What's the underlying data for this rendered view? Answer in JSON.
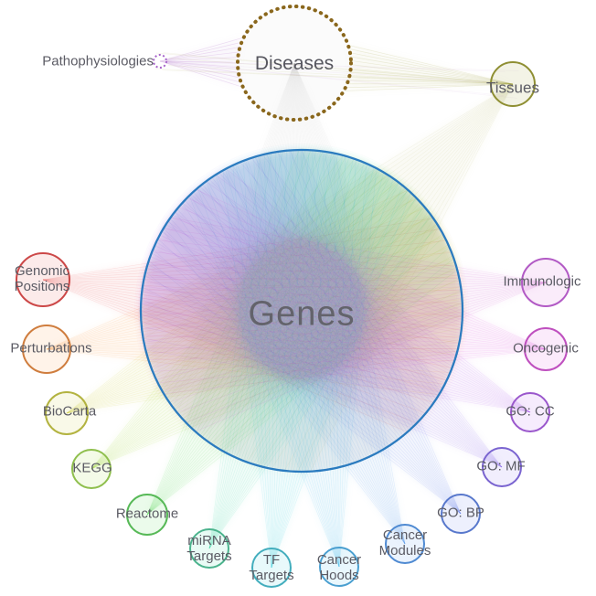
{
  "diagram": {
    "center": {
      "id": "genes",
      "label": "Genes",
      "stroke": "#2b7bbf",
      "fill": "#8292ab"
    },
    "nodes": [
      {
        "id": "diseases",
        "label": "Diseases",
        "stroke": "#8a671c",
        "fan": "#8f8f8f"
      },
      {
        "id": "pathophysiologies",
        "label": "Pathophysiologies",
        "stroke": "#a663c9",
        "fan": "#b06fc8"
      },
      {
        "id": "tissues",
        "label": "Tissues",
        "stroke": "#8f8f33",
        "fan": "#9d9d33"
      },
      {
        "id": "genomic-positions",
        "label": "Genomic Positions",
        "stroke": "#cc4848",
        "fan": "#e53935"
      },
      {
        "id": "perturbations",
        "label": "Perturbations",
        "stroke": "#cf7d3e",
        "fan": "#fb8c2a"
      },
      {
        "id": "biocarta",
        "label": "BioCarta",
        "stroke": "#b3b340",
        "fan": "#c6c620"
      },
      {
        "id": "kegg",
        "label": "KEGG",
        "stroke": "#8fbf4d",
        "fan": "#96d41e"
      },
      {
        "id": "reactome",
        "label": "Reactome",
        "stroke": "#57b957",
        "fan": "#3fd43f"
      },
      {
        "id": "mirna-targets",
        "label": "miRNA Targets",
        "stroke": "#4bb38d",
        "fan": "#25d49e"
      },
      {
        "id": "tf-targets",
        "label": "TF Targets",
        "stroke": "#42adbd",
        "fan": "#1ec8d8"
      },
      {
        "id": "cancer-hoods",
        "label": "Cancer Hoods",
        "stroke": "#4a9fd0",
        "fan": "#2ab0e8"
      },
      {
        "id": "cancer-modules",
        "label": "Cancer Modules",
        "stroke": "#4f8ad2",
        "fan": "#3f8ae8"
      },
      {
        "id": "go-bp",
        "label": "GO: BP",
        "stroke": "#5878cc",
        "fan": "#4a6ce8"
      },
      {
        "id": "go-mf",
        "label": "GO: MF",
        "stroke": "#7a64d0",
        "fan": "#7a58e8"
      },
      {
        "id": "go-cc",
        "label": "GO: CC",
        "stroke": "#9a57cc",
        "fan": "#a648e8"
      },
      {
        "id": "oncogenic",
        "label": "Oncogenic",
        "stroke": "#bf50bf",
        "fan": "#d63fd6"
      },
      {
        "id": "immunologic",
        "label": "Immunologic",
        "stroke": "#b25ac5",
        "fan": "#cc44cc"
      }
    ]
  }
}
